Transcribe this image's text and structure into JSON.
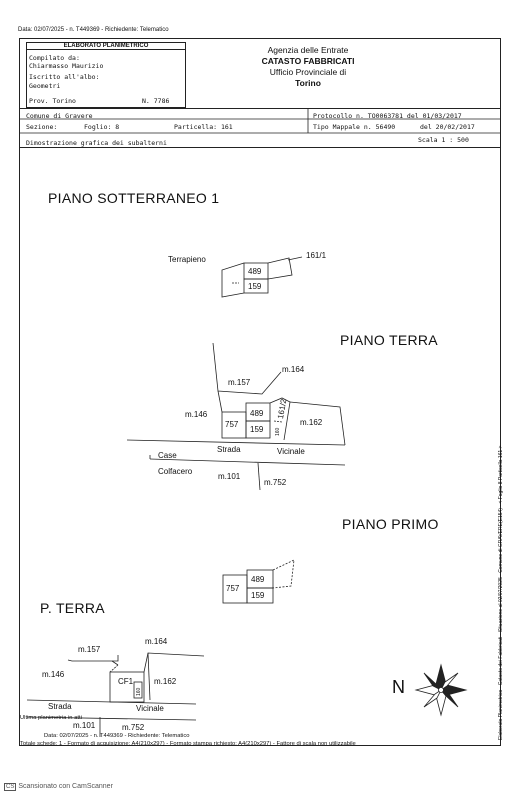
{
  "top_line": "Data: 02/07/2025 - n. T449369 - Richiedente: Telematico",
  "header": {
    "title": "ELABORATO PLANIMETRICO",
    "compilato_label": "Compilato da:",
    "compilato_name": "Chiarmasso Maurizio",
    "iscritto_label": "Iscritto all'albo:",
    "iscritto_value": "Geometri",
    "prov": "Prov. Torino",
    "num": "N. 7786"
  },
  "agency": {
    "line1": "Agenzia delle Entrate",
    "line2": "CATASTO FABBRICATI",
    "line3": "Ufficio Provinciale di",
    "line4": "Torino"
  },
  "info": {
    "comune": "Comune di Gravere",
    "sezione": "Sezione:",
    "foglio": "Foglio: 8",
    "particella": "Particella: 161",
    "protocollo": "Protocollo n. TO0063781 del 01/03/2017",
    "tipo_mappale": "Tipo Mappale n. 56490",
    "tipo_data": "del 20/02/2017",
    "dimostrazione": "Dimostrazione grafica dei subalterni",
    "scala": "Scala 1 : 500"
  },
  "sections": {
    "sotterraneo": "PIANO SOTTERRANEO 1",
    "terra": "PIANO TERRA",
    "primo": "PIANO PRIMO",
    "pterra": "P. TERRA"
  },
  "labels": {
    "terrapieno": "Terrapieno",
    "s161_1": "161/1",
    "s489": "489",
    "s159": "159",
    "s757": "757",
    "s161_2": "161/2",
    "s160": "160",
    "m157": "m.157",
    "m164": "m.164",
    "m146": "m.146",
    "m162": "m.162",
    "m101": "m.101",
    "m752": "m.752",
    "case": "Case",
    "colfacero": "Colfacero",
    "strada": "Strada",
    "vicinale": "Vicinale",
    "cf1": "CF1",
    "north": "N",
    "ultima": "Ultima planimetria in atti"
  },
  "side_text": "Elaborato Planimetrico - Catasto dei Fabbricati - Situazione al 02/07/2025 - Comune di GRAVERE(E154) - < Foglio 8 Particella 161 >",
  "footer": {
    "line1": "Data: 02/07/2025 - n. T449369 - Richiedente: Telematico",
    "line2": "Totale schede: 1 - Formato di acquisizione: A4(210x297) - Formato stampa richiesto: A4(210x297) - Fattore di scala non utilizzabile"
  },
  "scanner": {
    "badge": "CS",
    "text": "Scansionato con CamScanner"
  }
}
